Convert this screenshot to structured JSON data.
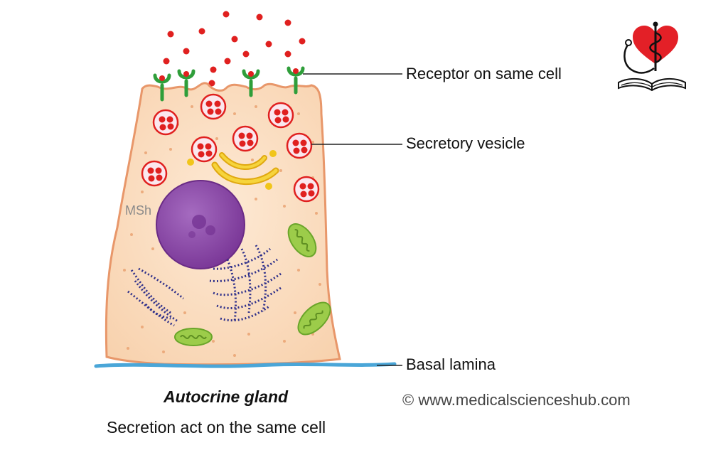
{
  "labels": {
    "receptor": "Receptor on same cell",
    "vesicle": "Secretory vesicle",
    "basal": "Basal lamina",
    "msh": "MSh"
  },
  "caption": {
    "title": "Autocrine gland",
    "subtitle": "Secretion act on the same cell"
  },
  "copyright": "© www.medicalscienceshub.com",
  "colors": {
    "cytoplasm": "#fbe0c4",
    "membrane": "#e89a6a",
    "nucleus": "#8b46a8",
    "vesicle": "#e0201f",
    "receptor": "#2f9e3a",
    "golgi": "#f1c51a",
    "er": "#2e2f8a",
    "mitochondria": "#8cc63e",
    "basal_lamina": "#4aa6d8",
    "logo_heart": "#e32027"
  },
  "icons": [
    "heart-stethoscope-logo-icon"
  ]
}
